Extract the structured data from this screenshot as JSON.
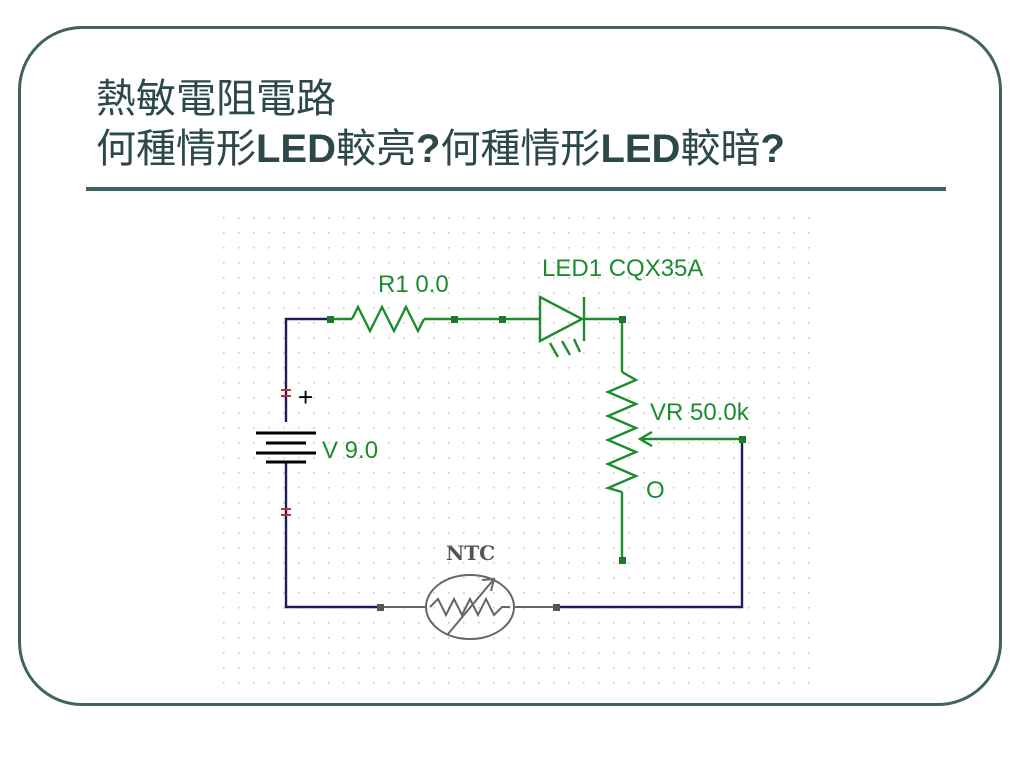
{
  "title": {
    "line1": "熱敏電阻電路",
    "line2": {
      "part1": "何種情形",
      "part2": "LED",
      "part3": "較亮",
      "part4": "?",
      "part5": "何種情形",
      "part6": "LED",
      "part7": "較暗",
      "part8": "?"
    }
  },
  "circuit": {
    "resistor_label": "R1 0.0",
    "led_label": "LED1 CQX35A",
    "pot_label": "VR 50.0k",
    "pot_wiper_mark": "O",
    "battery_label": "V 9.0",
    "battery_plus": "+",
    "ntc_label": "NTC"
  },
  "colors": {
    "frame": "#3f6363",
    "title": "#2d4848",
    "wire_green": "#1e8c2e",
    "wire_navy": "#1c1c5a",
    "node": "#1a7a28",
    "terminal_red": "#cc2a2a",
    "grid_dot": "#c9c9c9"
  }
}
